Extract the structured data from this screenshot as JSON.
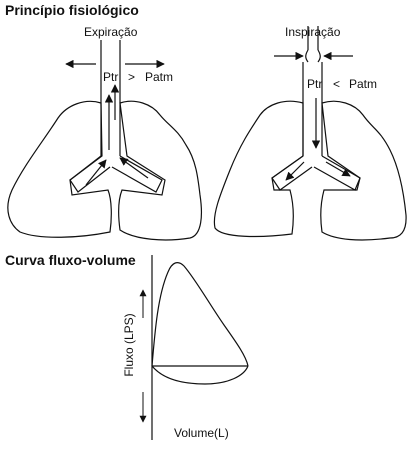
{
  "sections": {
    "physiology_title": "Princípio fisiológico",
    "curve_title": "Curva fluxo-volume"
  },
  "left_diagram": {
    "label": "Expiração",
    "ptr": "Ptr",
    "symbol": ">",
    "patm": "Patm"
  },
  "right_diagram": {
    "label": "Inspiração",
    "ptr": "Ptr",
    "symbol": "<",
    "patm": "Patm"
  },
  "curve": {
    "y_label": "Fluxo (LPS)",
    "x_label": "Volume(L)"
  }
}
